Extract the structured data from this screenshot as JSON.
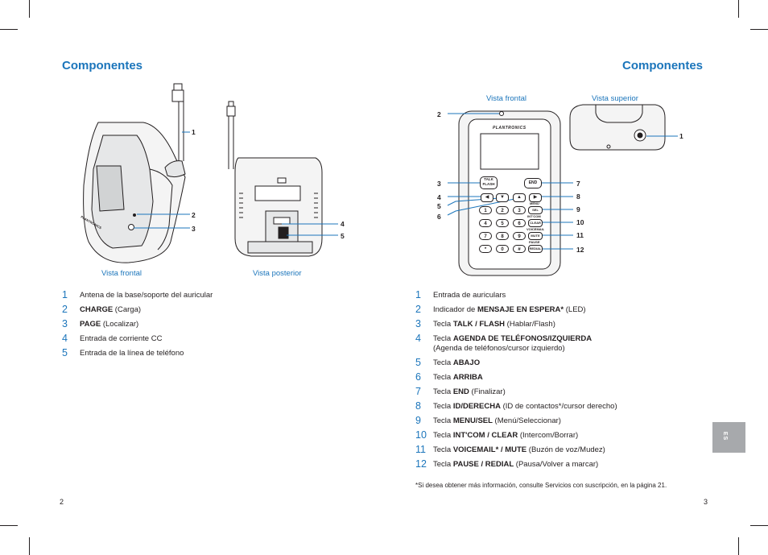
{
  "left": {
    "title": "Componentes",
    "captions": {
      "front": "Vista frontal",
      "rear": "Vista posterior"
    },
    "callouts": [
      "1",
      "2",
      "3",
      "4",
      "5"
    ],
    "base_logo": "PLANTRONICS",
    "items": [
      {
        "n": "1",
        "pre": "",
        "bold": "",
        "post": "Antena de la base/soporte del auricular"
      },
      {
        "n": "2",
        "pre": "",
        "bold": "CHARGE",
        "post": " (Carga)"
      },
      {
        "n": "3",
        "pre": "",
        "bold": "PAGE",
        "post": " (Localizar)"
      },
      {
        "n": "4",
        "pre": "",
        "bold": "",
        "post": "Entrada de corriente CC"
      },
      {
        "n": "5",
        "pre": "",
        "bold": "",
        "post": "Entrada de la línea de teléfono"
      }
    ],
    "page_number": "2"
  },
  "right": {
    "title": "Componentes",
    "captions": {
      "front": "Vista frontal",
      "top": "Vista superior"
    },
    "callouts": [
      "1",
      "2",
      "3",
      "4",
      "5",
      "6",
      "7",
      "8",
      "9",
      "10",
      "11",
      "12"
    ],
    "phone": {
      "logo": "PLANTRONICS",
      "talk": "TALK",
      "flash": "FLASH",
      "end": "END",
      "menu": "MENU",
      "sel": "SEL",
      "intcom": "INT'COM",
      "clear": "CLEAR",
      "voicemail": "VOICEMAIL",
      "mute": "MUTE",
      "pause": "PAUSE",
      "redial": "REDIAL",
      "keys": [
        "1",
        "2",
        "3",
        "4",
        "5",
        "6",
        "7",
        "8",
        "9",
        "*",
        "0",
        "#"
      ]
    },
    "items": [
      {
        "n": "1",
        "pre": "",
        "bold": "",
        "post": "Entrada de auriculars",
        "line2": ""
      },
      {
        "n": "2",
        "pre": "Indicador de ",
        "bold": "MENSAJE EN ESPERA*",
        "post": " (LED)",
        "line2": ""
      },
      {
        "n": "3",
        "pre": "Tecla ",
        "bold": "TALK / FLASH",
        "post": " (Hablar/Flash)",
        "line2": ""
      },
      {
        "n": "4",
        "pre": "Tecla ",
        "bold": "AGENDA DE TELÉFONOS/IZQUIERDA",
        "post": "",
        "line2": "(Agenda de teléfonos/cursor izquierdo)"
      },
      {
        "n": "5",
        "pre": "Tecla ",
        "bold": "ABAJO",
        "post": "",
        "line2": ""
      },
      {
        "n": "6",
        "pre": "Tecla ",
        "bold": "ARRIBA",
        "post": "",
        "line2": ""
      },
      {
        "n": "7",
        "pre": "Tecla ",
        "bold": "END",
        "post": " (Finalizar)",
        "line2": ""
      },
      {
        "n": "8",
        "pre": "Tecla ",
        "bold": "ID/DERECHA",
        "post": " (ID de contactos*/cursor derecho)",
        "line2": ""
      },
      {
        "n": "9",
        "pre": "Tecla ",
        "bold": "MENU/SEL",
        "post": " (Menú/Seleccionar)",
        "line2": ""
      },
      {
        "n": "10",
        "pre": "Tecla ",
        "bold": "INT'COM / CLEAR",
        "post": " (Intercom/Borrar)",
        "line2": ""
      },
      {
        "n": "11",
        "pre": "Tecla ",
        "bold": "VOICEMAIL* / MUTE",
        "post": " (Buzón de voz/Mudez)",
        "line2": ""
      },
      {
        "n": "12",
        "pre": "Tecla ",
        "bold": "PAUSE / REDIAL",
        "post": " (Pausa/Volver a marcar)",
        "line2": ""
      }
    ],
    "footnote": "*Si desea obtener más información, consulte Servicios con suscripción, en la página 21.",
    "page_number": "3",
    "lang_tab": "ES"
  }
}
